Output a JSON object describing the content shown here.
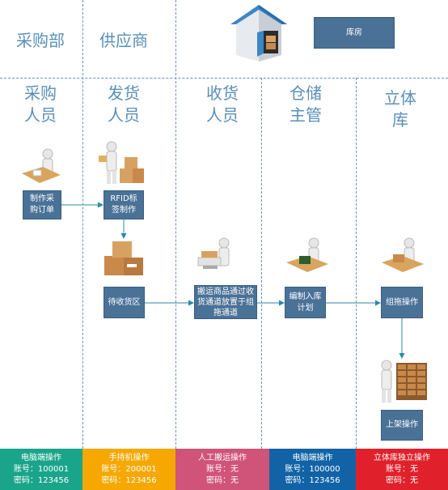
{
  "departments": [
    "采购部",
    "供应商"
  ],
  "warehouse_label": "库房",
  "roles": [
    {
      "line1": "采购",
      "line2": "人员"
    },
    {
      "line1": "发货",
      "line2": "人员"
    },
    {
      "line1": "收货",
      "line2": "人员"
    },
    {
      "line1": "仓储",
      "line2": "主管"
    },
    {
      "line1": "立体",
      "line2": "库"
    }
  ],
  "steps": {
    "create_order": {
      "line1": "制作采",
      "line2": "购订单"
    },
    "rfid": {
      "line1": "RFID标",
      "line2": "签制作"
    },
    "pending": "待收货区",
    "transport": {
      "line1": "搬运商品通过收",
      "line2": "货通道放置于组",
      "line3": "拖通道"
    },
    "plan": {
      "line1": "编制入库",
      "line2": "计划"
    },
    "group": "组拖操作",
    "shelve": "上架操作"
  },
  "footer": [
    {
      "title": "电脑端操作",
      "account": "账号：100001",
      "password": "密码：123456",
      "color": "#1aa58a"
    },
    {
      "title": "手持机操作",
      "account": "账号：200001",
      "password": "密码：123456",
      "color": "#f6a800"
    },
    {
      "title": "人工搬运操作",
      "account": "账号：无",
      "password": "密码：无",
      "color": "#d0537a"
    },
    {
      "title": "电脑端操作",
      "account": "账号：100000",
      "password": "密码：123456",
      "color": "#1163a6"
    },
    {
      "title": "立体库独立操作",
      "account": "账号：无",
      "password": "密码：无",
      "color": "#e0212c"
    }
  ],
  "colors": {
    "box": "#4a7196",
    "label": "#5a8fb8",
    "connector": "#2a8aa8"
  }
}
